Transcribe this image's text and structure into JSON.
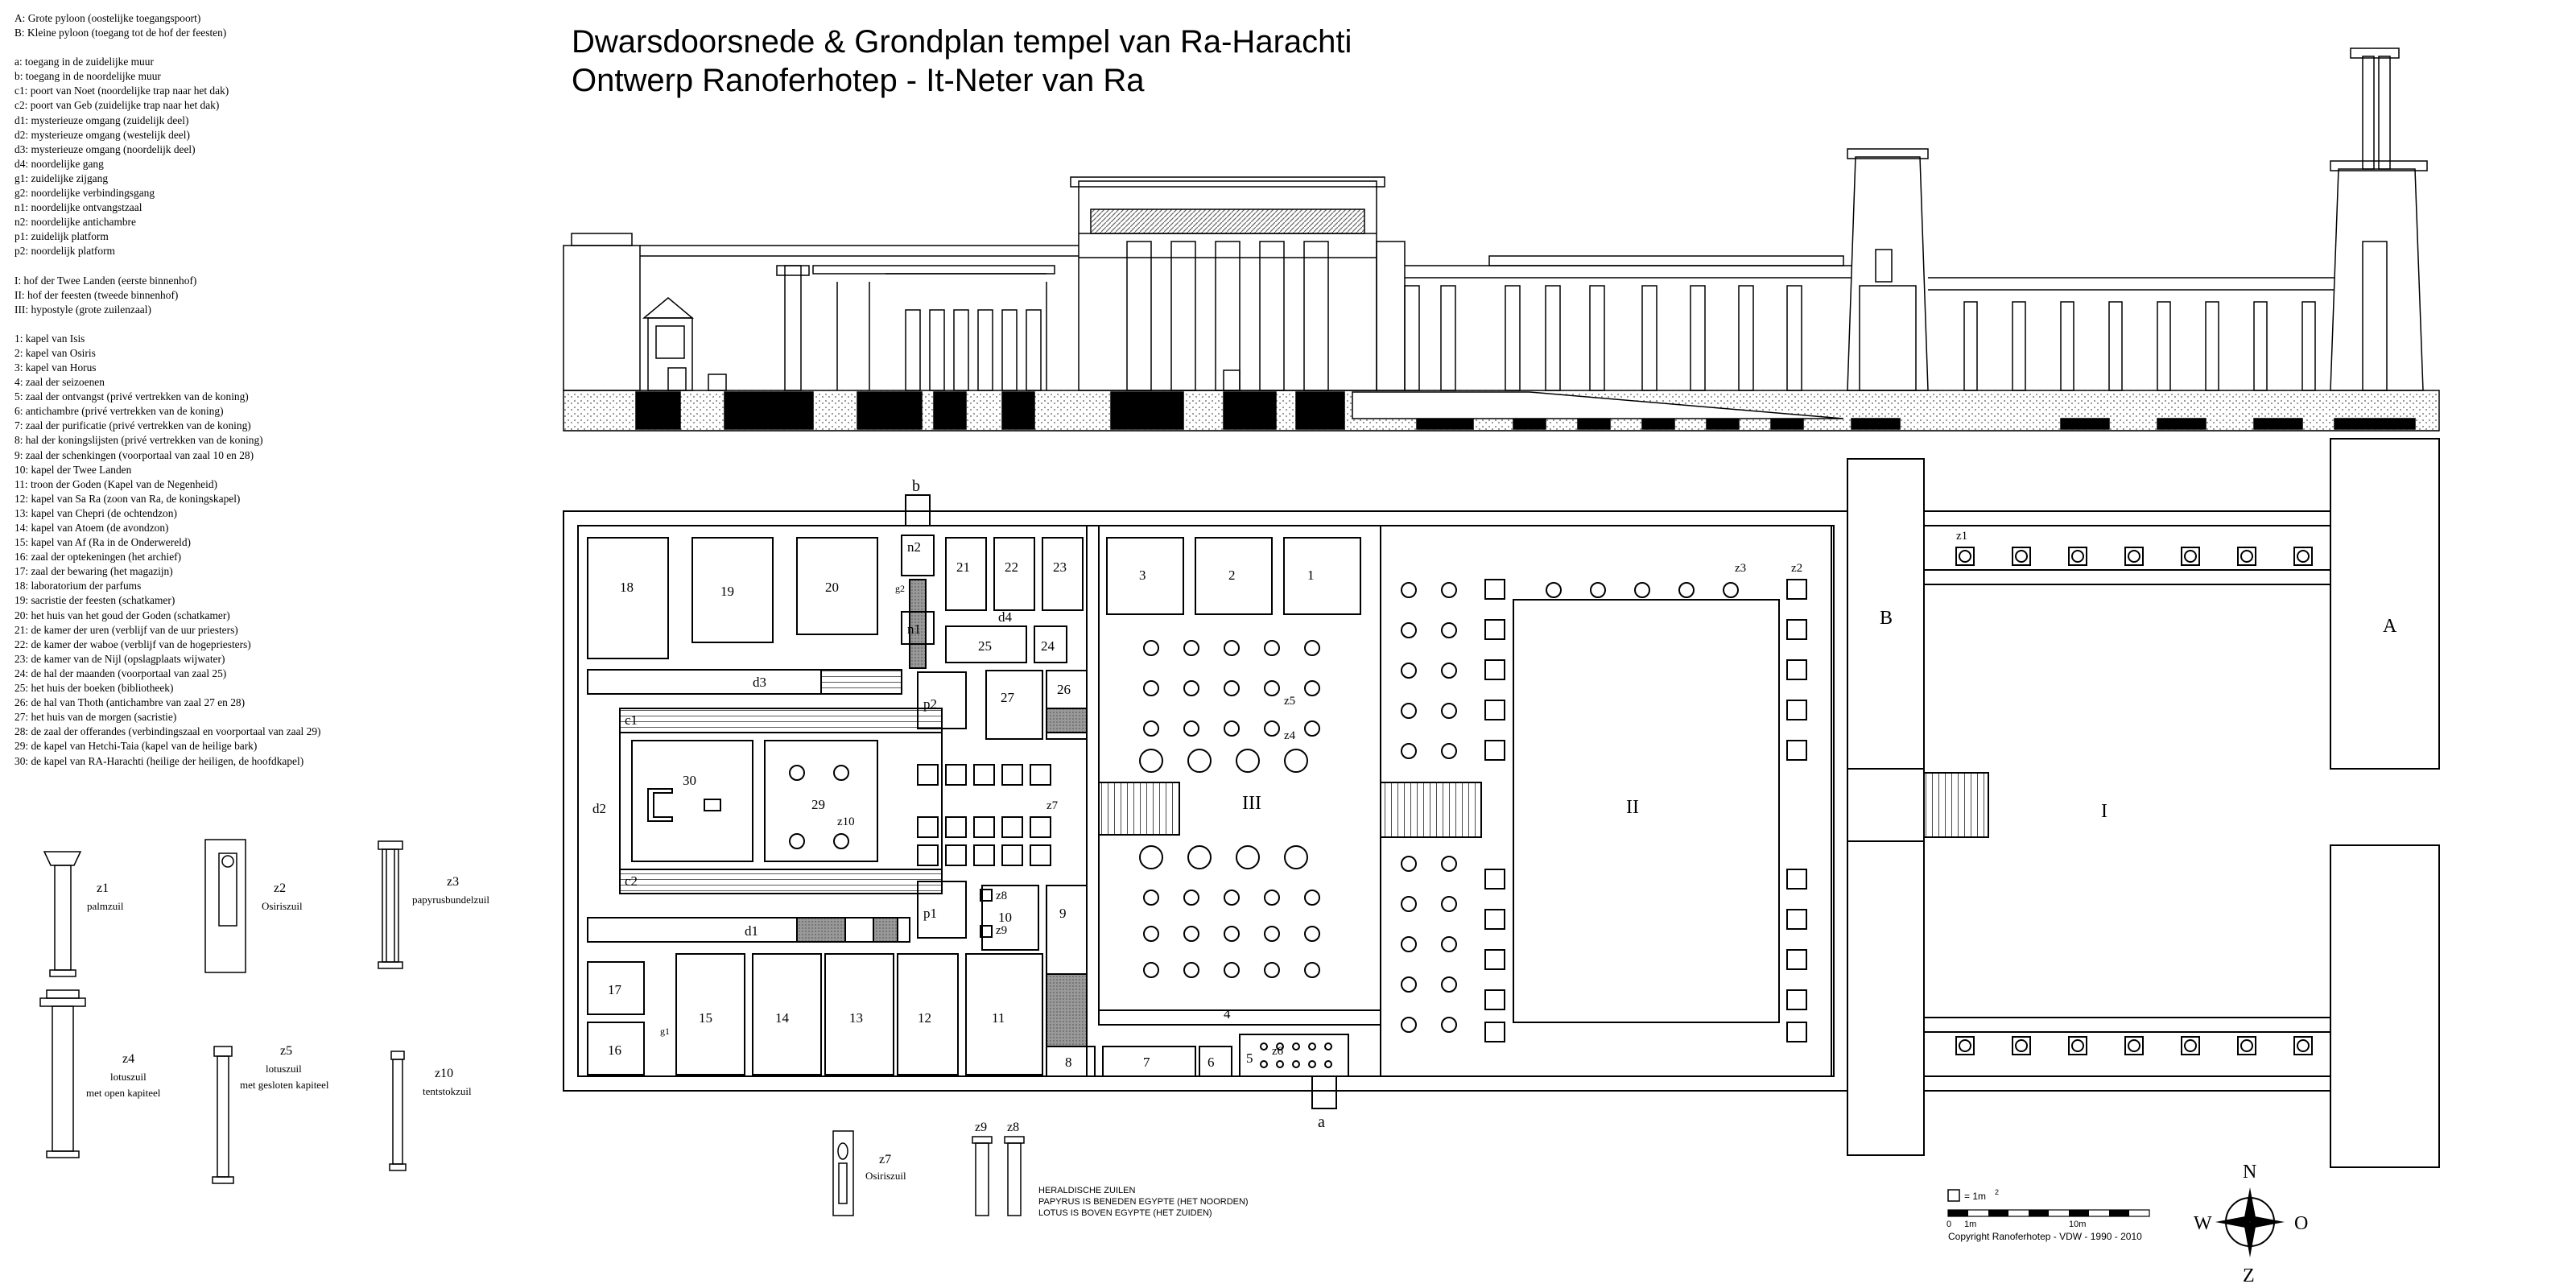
{
  "title": {
    "line1": "Dwarsdoorsnede & Grondplan tempel van Ra-Harachti",
    "line2": "Ontwerp Ranoferhotep - It-Neter van Ra"
  },
  "legend": {
    "pylons": [
      "A: Grote pyloon (oostelijke toegangspoort)",
      "B: Kleine pyloon (toegang tot de hof der feesten)"
    ],
    "passages": [
      "a:   toegang in de zuidelijke muur",
      "b:   toegang in de noordelijke muur",
      "c1: poort van Noet (noordelijke trap  naar het dak)",
      "c2: poort van Geb (zuidelijke trap naar het dak)",
      "d1: mysterieuze omgang (zuidelijk deel)",
      "d2: mysterieuze omgang (westelijk deel)",
      "d3: mysterieuze omgang (noordelijk deel)",
      "d4: noordelijke gang",
      "g1: zuidelijke zijgang",
      "g2: noordelijke verbindingsgang",
      "n1: noordelijke ontvangstzaal",
      "n2: noordelijke antichambre",
      "p1: zuidelijk platform",
      "p2: noordelijk platform"
    ],
    "courts": [
      "I:   hof der Twee Landen (eerste binnenhof)",
      "II:  hof der feesten (tweede binnenhof)",
      "III: hypostyle (grote zuilenzaal)"
    ],
    "rooms": [
      "1:   kapel van Isis",
      "2:   kapel van Osiris",
      "3:   kapel van Horus",
      "4:   zaal der seizoenen",
      "5:   zaal der ontvangst (privé vertrekken van de koning)",
      "6:   antichambre (privé vertrekken van de koning)",
      "7:   zaal der purificatie (privé vertrekken van de koning)",
      "8:   hal der koningslijsten (privé vertrekken van de koning)",
      "9:   zaal der schenkingen (voorportaal van zaal 10 en 28)",
      "10: kapel der Twee Landen",
      "11: troon der Goden (Kapel van de Negenheid)",
      "12: kapel van Sa Ra (zoon van Ra, de koningskapel)",
      "13: kapel van Chepri (de ochtendzon)",
      "14: kapel van Atoem (de avondzon)",
      "15: kapel van Af (Ra in de Onderwereld)",
      "16: zaal der optekeningen (het archief)",
      "17: zaal der bewaring (het magazijn)",
      "18: laboratorium der parfums",
      "19: sacristie der feesten (schatkamer)",
      "20: het huis van het goud der Goden (schatkamer)",
      "21: de kamer der uren (verblijf van de uur priesters)",
      "22: de kamer der waboe (verblijf van de hogepriesters)",
      "23: de kamer van de Nijl (opslagplaats wijwater)",
      "24: de hal der maanden (voorportaal van zaal 25)",
      "25: het huis der boeken (bibliotheek)",
      "26: de hal van Thoth (antichambre van zaal 27 en 28)",
      "27: het huis van de morgen (sacristie)",
      "28: de zaal der offerandes (verbindingszaal en voorportaal van zaal 29)",
      "29: de kapel van Hetchi-Taia (kapel van de heilige bark)",
      "30: de kapel van RA-Harachti (heilige der heiligen, de hoofdkapel)"
    ]
  },
  "columns": [
    {
      "id": "z1",
      "name": "palmzuil"
    },
    {
      "id": "z2",
      "name": "Osiriszuil"
    },
    {
      "id": "z3",
      "name": "papyrusbundelzuil"
    },
    {
      "id": "z4",
      "name": "lotuszuil",
      "name2": "met open kapiteel"
    },
    {
      "id": "z5",
      "name": "lotuszuil",
      "name2": "met gesloten kapiteel"
    },
    {
      "id": "z10",
      "name": "tentstokzuil"
    },
    {
      "id": "z7",
      "name": "Osiriszuil"
    },
    {
      "id": "z9",
      "name": ""
    },
    {
      "id": "z8",
      "name": ""
    }
  ],
  "heraldic": {
    "line1": "HERALDISCHE ZUILEN",
    "line2": "PAPYRUS IS BENEDEN EGYPTE (HET NOORDEN)",
    "line3": "LOTUS IS BOVEN EGYPTE (HET ZUIDEN)"
  },
  "scale": {
    "unit": "= 1m",
    "sup": "2",
    "t0": "0",
    "t1": "1m",
    "t10": "10m",
    "copyright": "Copyright Ranoferhotep - VDW - 1990 - 2010"
  },
  "compass": {
    "n": "N",
    "s": "Z",
    "w": "W",
    "e": "O"
  },
  "plan_labels": {
    "A": "A",
    "B": "B",
    "I": "I",
    "II": "II",
    "III": "III",
    "a": "a",
    "b": "b",
    "c1": "c1",
    "c2": "c2",
    "d1": "d1",
    "d2": "d2",
    "d3": "d3",
    "d4": "d4",
    "g1": "g1",
    "g2": "g2",
    "n1": "n1",
    "n2": "n2",
    "p1": "p1",
    "p2": "p2",
    "r1": "1",
    "r2": "2",
    "r3": "3",
    "r4": "4",
    "r5": "5",
    "r6": "6",
    "r7": "7",
    "r8": "8",
    "r9": "9",
    "r10": "10",
    "r11": "11",
    "r12": "12",
    "r13": "13",
    "r14": "14",
    "r15": "15",
    "r16": "16",
    "r17": "17",
    "r18": "18",
    "r19": "19",
    "r20": "20",
    "r21": "21",
    "r22": "22",
    "r23": "23",
    "r24": "24",
    "r25": "25",
    "r26": "26",
    "r27": "27",
    "r29": "29",
    "r30": "30",
    "z1": "z1",
    "z2": "z2",
    "z3": "z3",
    "z4": "z4",
    "z5": "z5",
    "z6": "z6",
    "z7": "z7",
    "z8": "z8",
    "z9": "z9",
    "z10": "z10"
  }
}
